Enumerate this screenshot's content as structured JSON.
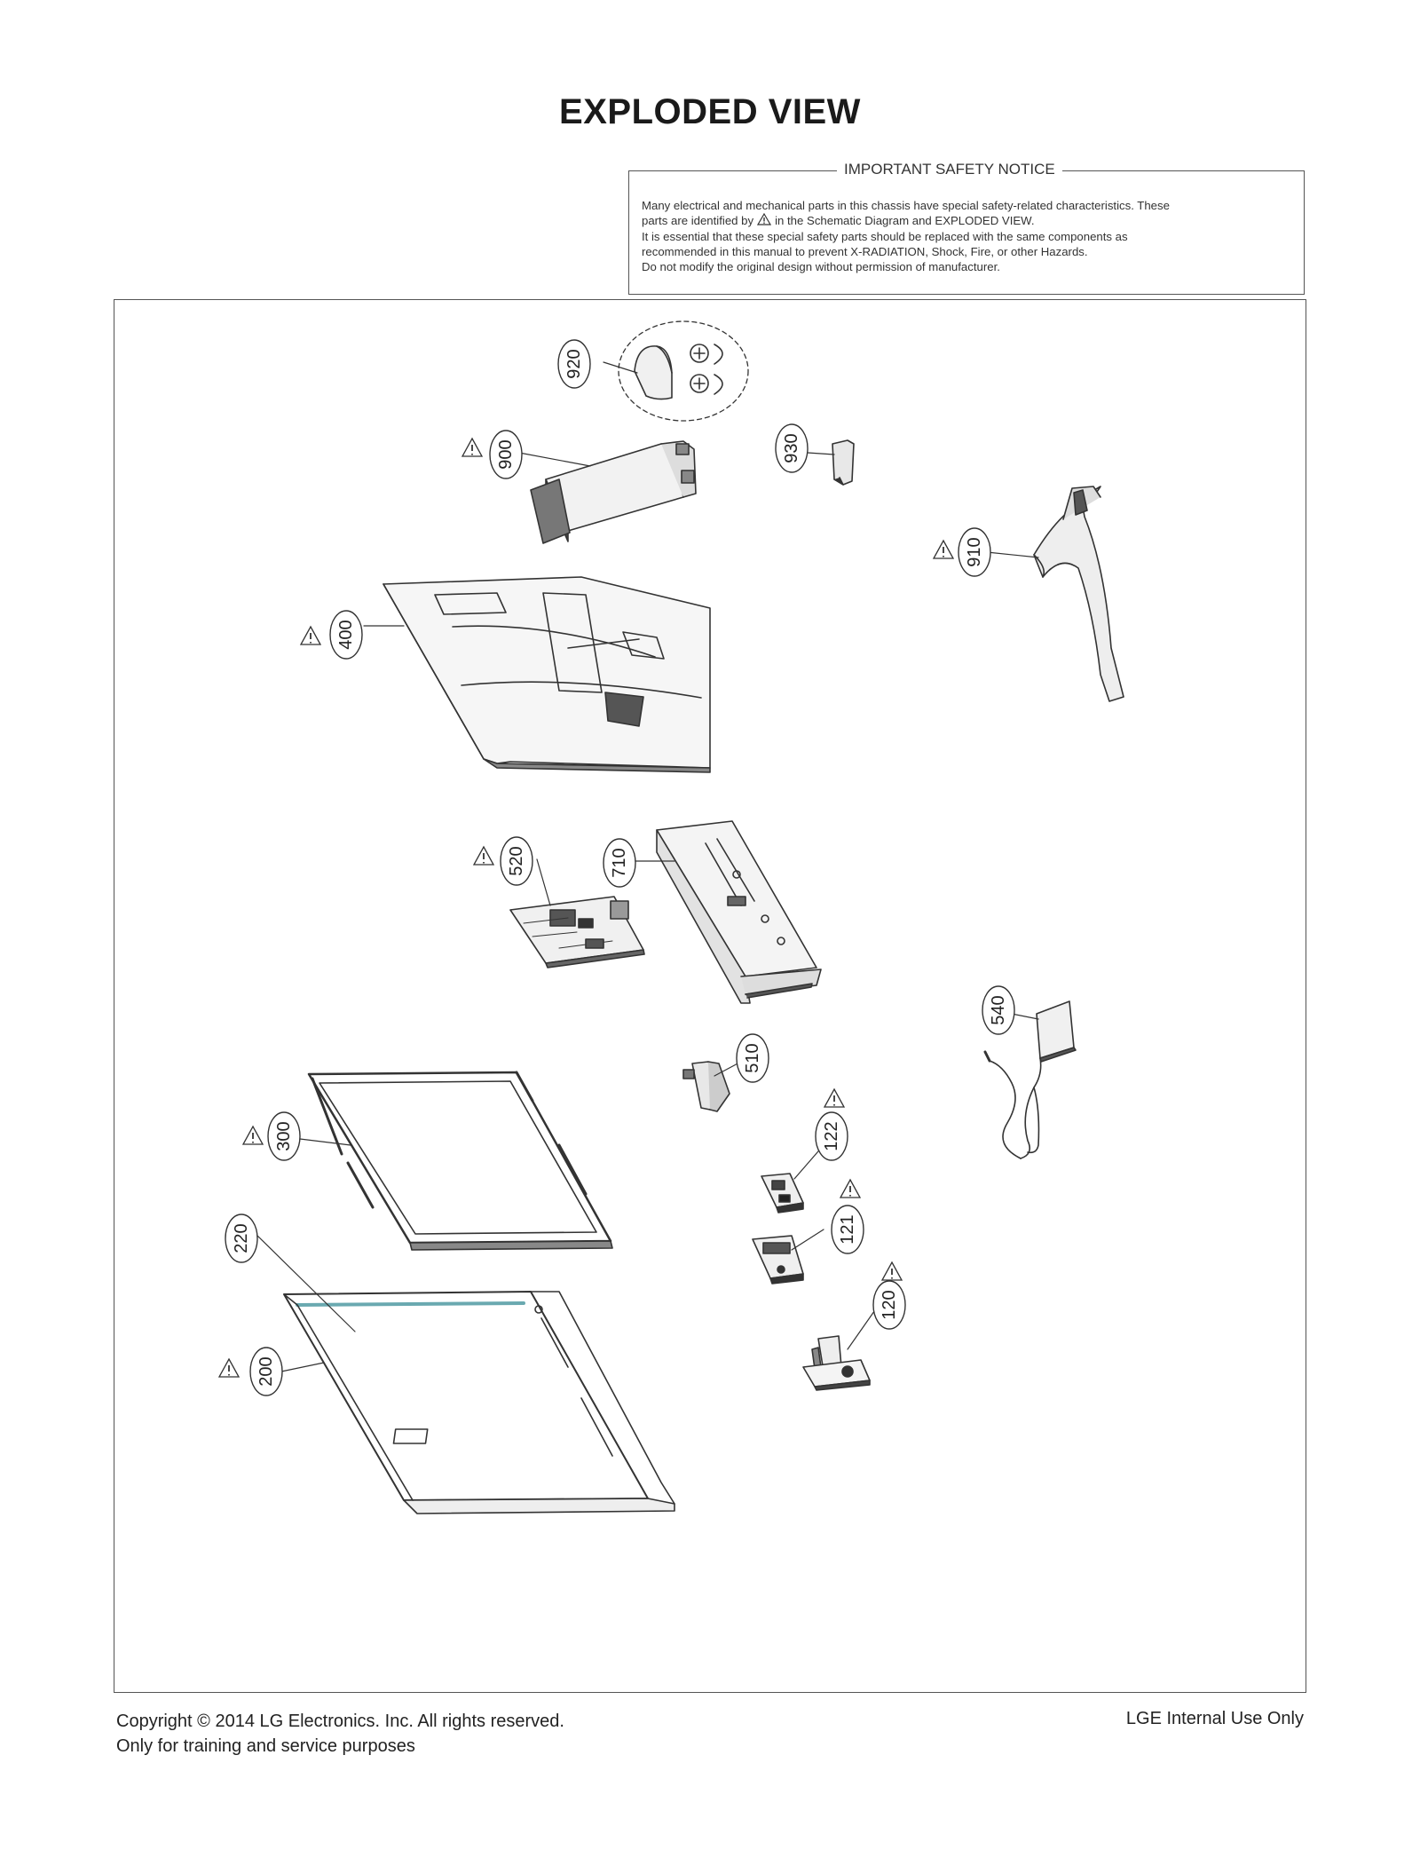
{
  "page": {
    "title": "EXPLODED VIEW"
  },
  "notice": {
    "title": "IMPORTANT SAFETY NOTICE",
    "line1": "Many electrical and mechanical parts in this chassis have special safety-related characteristics. These",
    "line2_pre": "parts are identified by",
    "line2_post": "in the Schematic Diagram and EXPLODED VIEW.",
    "line3": "It is essential that these special safety parts should be replaced with the same components as",
    "line4": "recommended in this manual to prevent X-RADIATION, Shock, Fire, or other Hazards.",
    "line5": "Do not modify the original design without permission of manufacturer."
  },
  "callouts": [
    {
      "label": "920",
      "safety": false
    },
    {
      "label": "900",
      "safety": true
    },
    {
      "label": "930",
      "safety": false
    },
    {
      "label": "910",
      "safety": true
    },
    {
      "label": "400",
      "safety": true
    },
    {
      "label": "520",
      "safety": true
    },
    {
      "label": "710",
      "safety": false
    },
    {
      "label": "540",
      "safety": false
    },
    {
      "label": "510",
      "safety": false
    },
    {
      "label": "122",
      "safety": true
    },
    {
      "label": "121",
      "safety": true
    },
    {
      "label": "120",
      "safety": true
    },
    {
      "label": "300",
      "safety": true
    },
    {
      "label": "220",
      "safety": false
    },
    {
      "label": "200",
      "safety": true
    }
  ],
  "footer": {
    "copyright": "Copyright  © 2014  LG Electronics. Inc. All rights reserved.",
    "purpose": "Only for training and service purposes",
    "internal": "LGE Internal Use Only"
  }
}
